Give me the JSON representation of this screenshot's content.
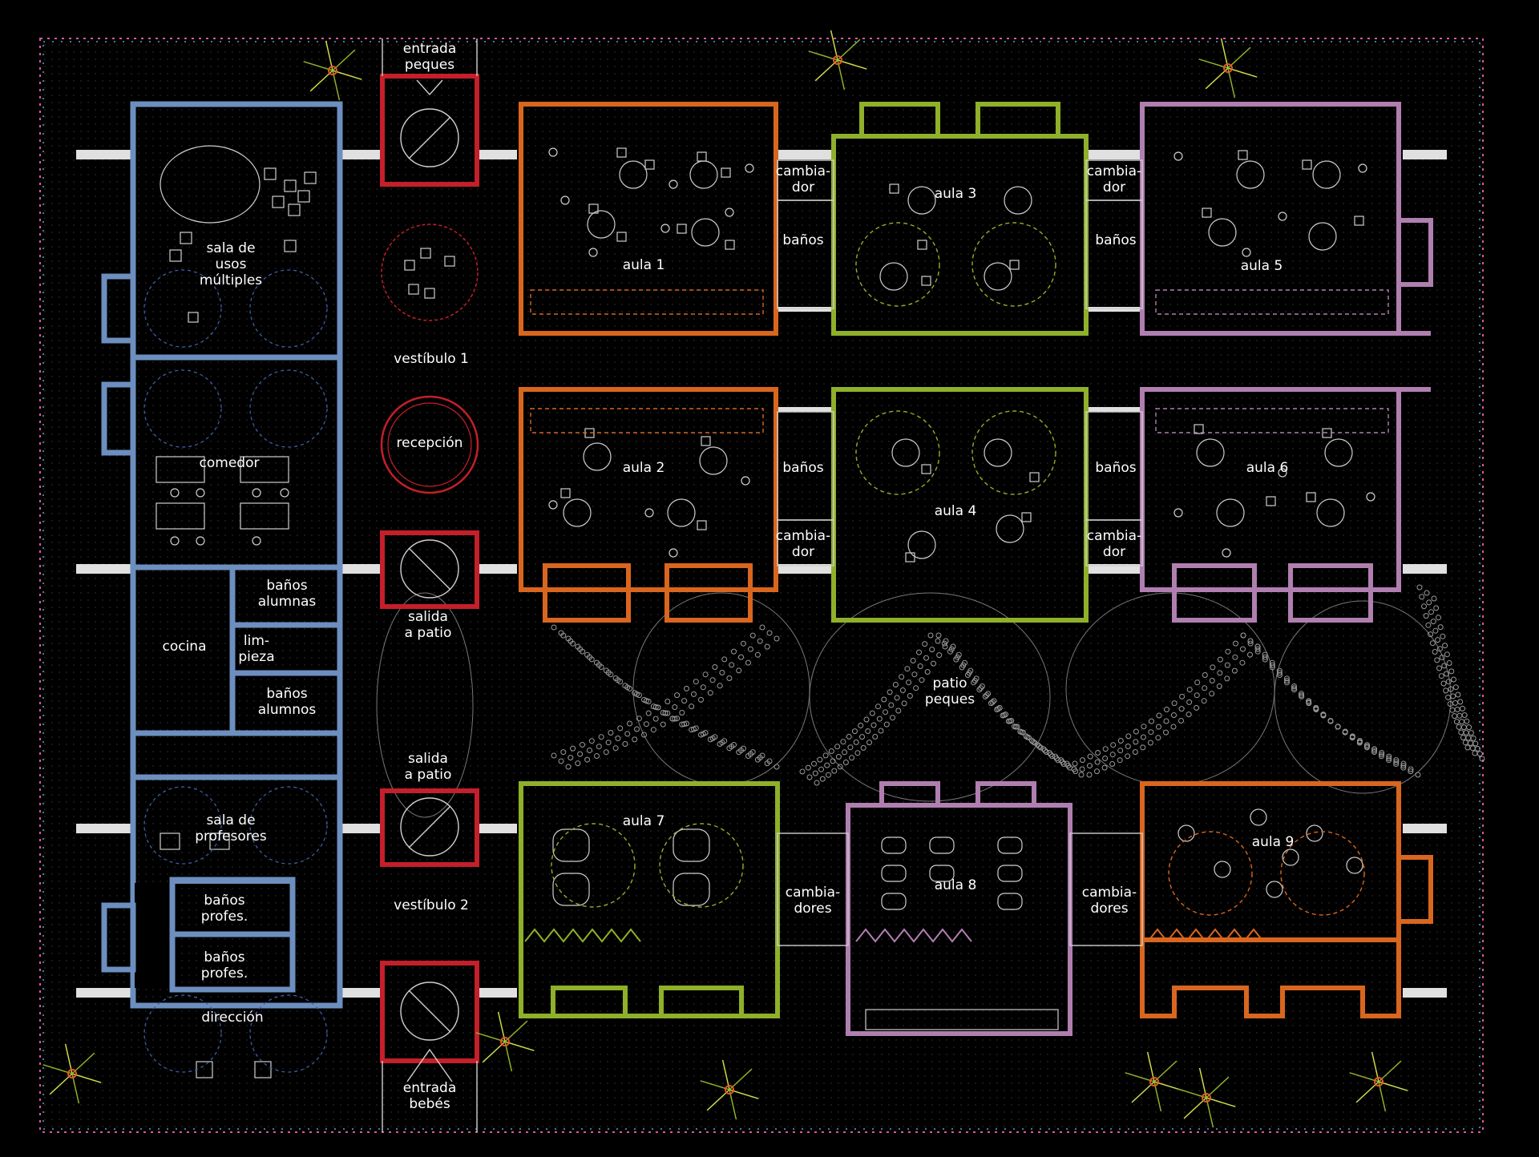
{
  "colors": {
    "background": "#000000",
    "service_blue": "#6d8fbf",
    "entry_red": "#c41f2a",
    "classroom_orange": "#d9661e",
    "classroom_green": "#8fb02a",
    "classroom_purple": "#b07fb0",
    "corridor_white": "#e0e0e0",
    "text": "#ffffff"
  },
  "rooms": {
    "entrada_peques": [
      "entrada",
      "peques"
    ],
    "entrada_bebes": [
      "entrada",
      "bebés"
    ],
    "sala_usos": [
      "sala de",
      "usos",
      "múltiples"
    ],
    "comedor": [
      "comedor"
    ],
    "cocina": [
      "cocina"
    ],
    "banos_alumnas": [
      "baños",
      "alumnas"
    ],
    "limpieza": [
      "lim-",
      "pieza"
    ],
    "banos_alumnos": [
      "baños",
      "alumnos"
    ],
    "sala_profesores": [
      "sala de",
      "profesores"
    ],
    "banos_profes_1": [
      "baños",
      "profes."
    ],
    "banos_profes_2": [
      "baños",
      "profes."
    ],
    "direccion": [
      "dirección"
    ],
    "vestibulo_1": [
      "vestíbulo 1"
    ],
    "vestibulo_2": [
      "vestíbulo 2"
    ],
    "recepcion": [
      "recepción"
    ],
    "salida_patio_1": [
      "salida",
      "a patio"
    ],
    "salida_patio_2": [
      "salida",
      "a patio"
    ],
    "aula_1": [
      "aula 1"
    ],
    "aula_2": [
      "aula 2"
    ],
    "aula_3": [
      "aula 3"
    ],
    "aula_4": [
      "aula 4"
    ],
    "aula_5": [
      "aula 5"
    ],
    "aula_6": [
      "aula 6"
    ],
    "aula_7": [
      "aula 7"
    ],
    "aula_8": [
      "aula 8"
    ],
    "aula_9": [
      "aula 9"
    ],
    "cambiador_1": [
      "cambia-",
      "dor"
    ],
    "cambiador_2": [
      "cambia-",
      "dor"
    ],
    "cambiador_3": [
      "cambia-",
      "dor"
    ],
    "cambiador_4": [
      "cambia-",
      "dor"
    ],
    "banos_1": [
      "baños"
    ],
    "banos_2": [
      "baños"
    ],
    "banos_3": [
      "baños"
    ],
    "banos_4": [
      "baños"
    ],
    "cambiadores_1": [
      "cambia-",
      "dores"
    ],
    "cambiadores_2": [
      "cambia-",
      "dores"
    ],
    "patio_peques": [
      "patio",
      "peques"
    ]
  }
}
